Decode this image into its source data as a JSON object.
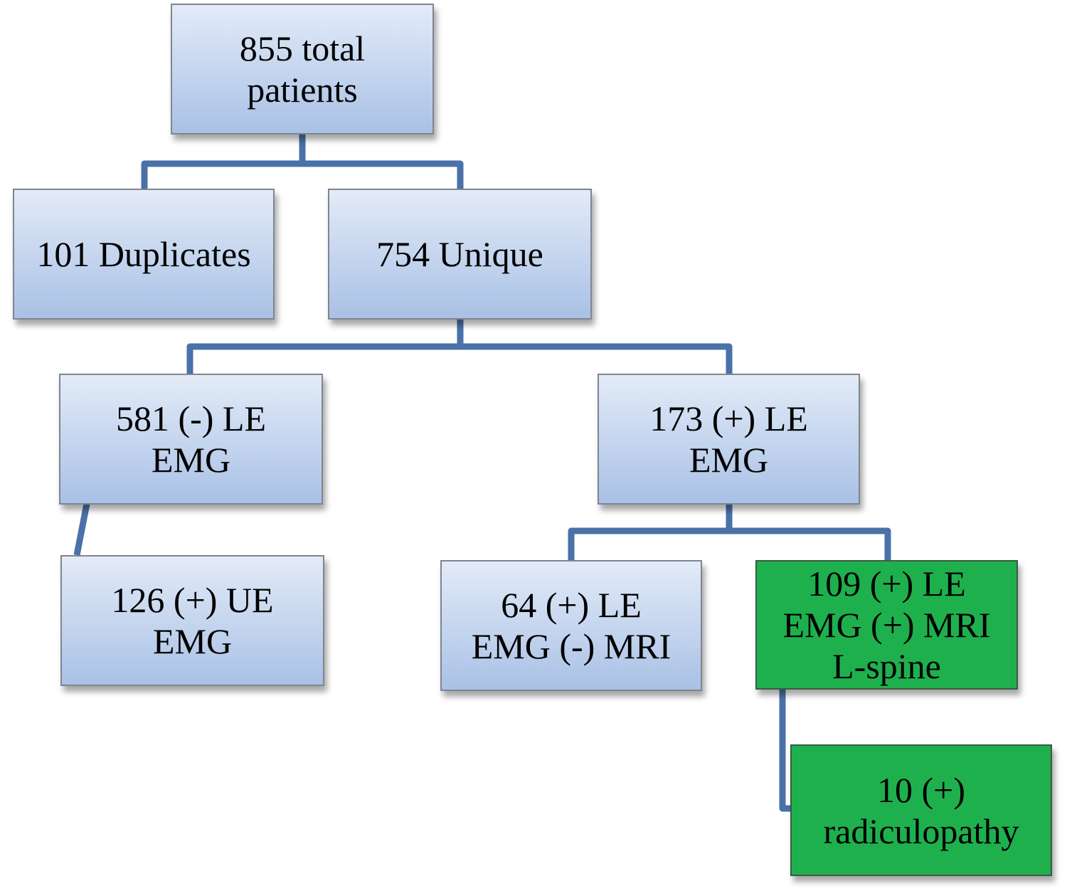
{
  "nodes": {
    "total": {
      "lines": [
        "855 total",
        "patients"
      ]
    },
    "duplicates": {
      "lines": [
        "101 Duplicates"
      ]
    },
    "unique": {
      "lines": [
        "754 Unique"
      ]
    },
    "neg_le_emg": {
      "lines": [
        "581 (-) LE",
        "EMG"
      ]
    },
    "pos_le_emg": {
      "lines": [
        "173 (+) LE",
        "EMG"
      ]
    },
    "pos_ue_emg": {
      "lines": [
        "126 (+) UE",
        "EMG"
      ]
    },
    "pos_le_neg_mri": {
      "lines": [
        "64 (+) LE",
        "EMG (-) MRI"
      ]
    },
    "pos_le_pos_mri": {
      "lines": [
        "109 (+) LE",
        "EMG (+) MRI",
        "L-spine"
      ]
    },
    "radiculopathy": {
      "lines": [
        "10 (+)",
        "radiculopathy"
      ]
    }
  },
  "colors": {
    "connector": "#4a71a8",
    "highlight": "#1fb04e",
    "box_top": "#e3ebf7",
    "box_bottom": "#a9c1e6"
  }
}
